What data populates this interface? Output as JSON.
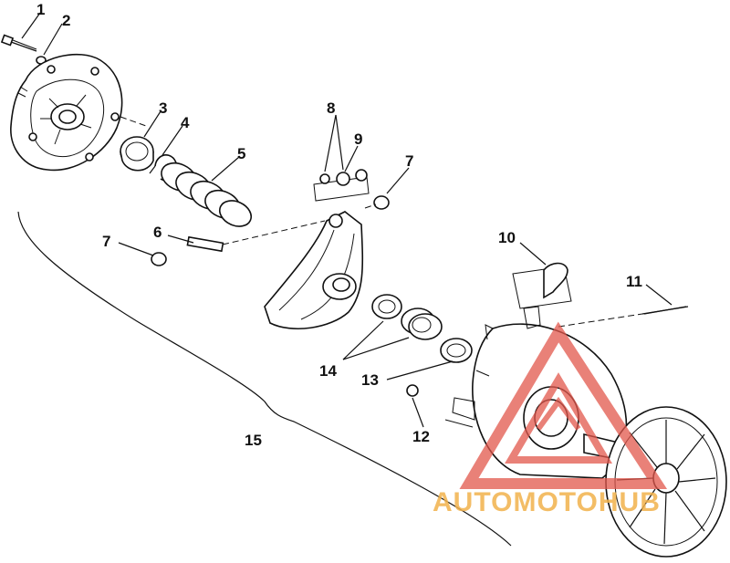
{
  "callouts": {
    "c1": "1",
    "c2": "2",
    "c3": "3",
    "c4": "4",
    "c5": "5",
    "c6": "6",
    "c7a": "7",
    "c7b": "7",
    "c8": "8",
    "c9": "9",
    "c10": "10",
    "c11": "11",
    "c12": "12",
    "c13": "13",
    "c14": "14",
    "c15": "15"
  },
  "watermark": {
    "text": "AUTOMOTOHUB",
    "color": "#e2574c",
    "accent": "#f2b24c"
  }
}
